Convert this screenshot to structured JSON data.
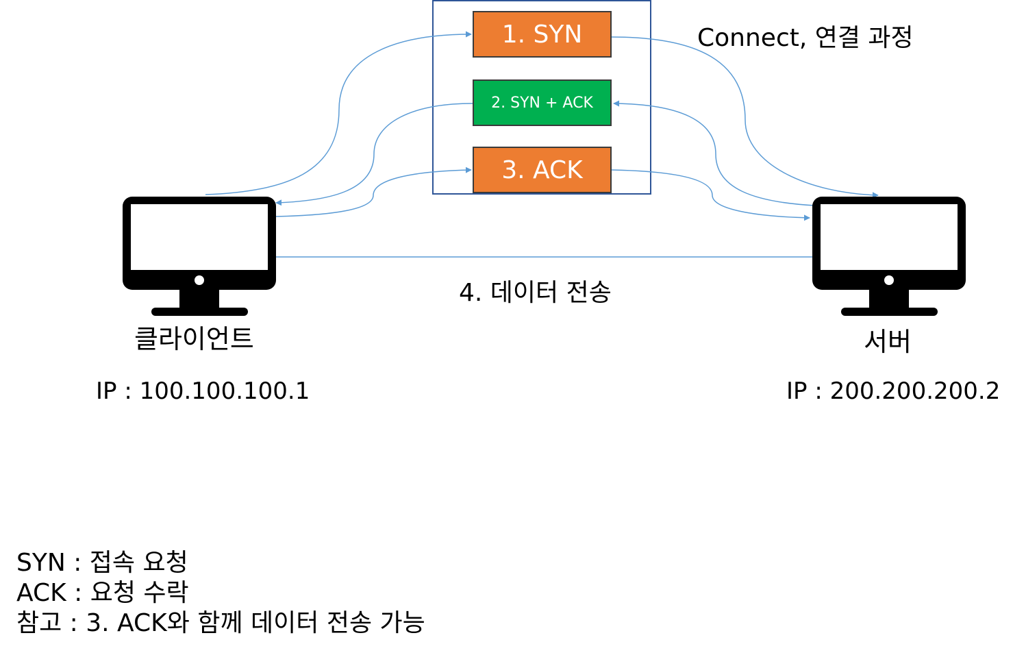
{
  "colors": {
    "step_orange": "#ED7D31",
    "step_green": "#00B050",
    "arrow_blue": "#5B9BD5",
    "frame_border": "#2E5597",
    "computer_black": "#000000"
  },
  "icons": {
    "client": "desktop-computer-icon",
    "server": "desktop-computer-icon"
  },
  "handshake": {
    "title": "Connect, 연결 과정",
    "steps": [
      {
        "label": "1. SYN",
        "color": "#ED7D31"
      },
      {
        "label": "2. SYN + ACK",
        "color": "#00B050"
      },
      {
        "label": "3. ACK",
        "color": "#ED7D31"
      }
    ]
  },
  "data_transfer_label": "4. 데이터 전송",
  "client": {
    "name": "클라이언트",
    "ip": "IP : 100.100.100.1"
  },
  "server": {
    "name": "서버",
    "ip": "IP : 200.200.200.2"
  },
  "legend": [
    "SYN : 접속 요청",
    "ACK : 요청 수락",
    "참고 : 3. ACK와 함께 데이터 전송 가능"
  ]
}
